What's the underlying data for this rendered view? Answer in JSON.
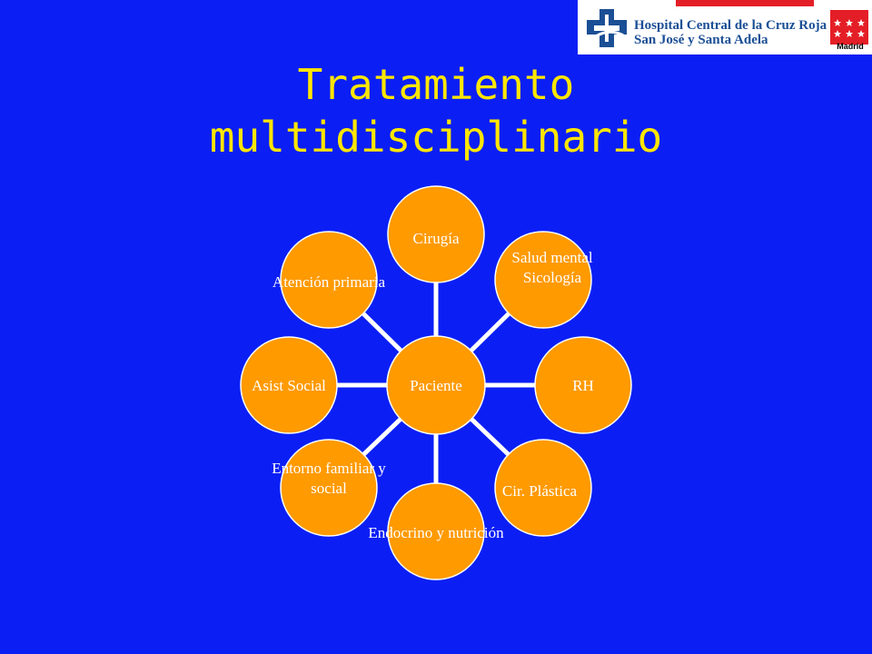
{
  "logo": {
    "line1": "Hospital Central de la Cruz Roja",
    "line2": "San José y Santa Adela",
    "region": "Madrid"
  },
  "title": {
    "line1": "Tratamiento",
    "line2": "multidisciplinario"
  },
  "diagram": {
    "center": "Paciente",
    "nodes": [
      "Cirugía",
      "Salud mental\nSicología",
      "RH",
      "Cir. Plástica",
      "Endocrino y nutrición",
      "Entorno familiar y\nsocial",
      "Asist Social",
      "Atención primaria"
    ]
  },
  "colors": {
    "background": "#0b1ff5",
    "title": "#ffe600",
    "node_fill": "#ff9a00",
    "node_stroke": "#ffffff",
    "label": "#ffffff"
  }
}
